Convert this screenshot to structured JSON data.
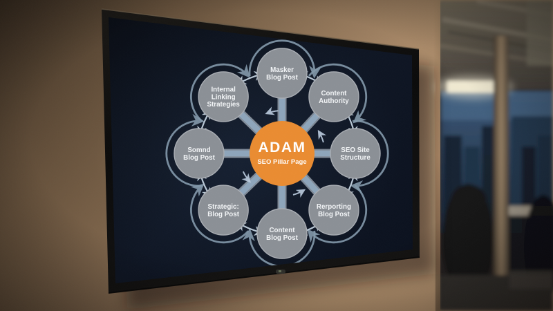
{
  "screen_diagram": {
    "hub": {
      "title": "ADAM",
      "subtitle": "SEO Pillar Page"
    },
    "nodes": [
      {
        "id": "masker-blog-post",
        "angle": 90,
        "label_lines": [
          "Masker",
          "Blog Post"
        ]
      },
      {
        "id": "content-authority",
        "angle": 45,
        "label_lines": [
          "Content",
          "Authority"
        ]
      },
      {
        "id": "seo-site-structure",
        "angle": 0,
        "label_lines": [
          "SEO Site",
          "Structure"
        ]
      },
      {
        "id": "rerporting-blog-post",
        "angle": -45,
        "label_lines": [
          "Rerporting",
          "Blog Post"
        ]
      },
      {
        "id": "content-blog-post",
        "angle": -90,
        "label_lines": [
          "Content",
          "Blog Post"
        ]
      },
      {
        "id": "strategic-blog-post",
        "angle": -135,
        "label_lines": [
          "Strategic:",
          "Blog Post"
        ]
      },
      {
        "id": "somnd-blog-post",
        "angle": 180,
        "label_lines": [
          "Somnd",
          "Blog Post"
        ]
      },
      {
        "id": "internal-linking-strategies",
        "angle": 135,
        "label_lines": [
          "Internal",
          "Linking",
          "Strategies"
        ]
      }
    ],
    "colors": {
      "hub_fill": "#ea8c31",
      "hub_text": "#ffffff",
      "node_fill": "#8b9096",
      "node_ring": "#a9adb3",
      "node_text": "#f3f5f7",
      "spoke_edge": "#d9e5ef",
      "spoke_core": "#8fa7bd",
      "inter_arrow": "#b9c8d6",
      "swoosh_arc": "#8399ab",
      "hub_arrow": "#bccde0",
      "screen_bg": "#0c1220"
    }
  }
}
